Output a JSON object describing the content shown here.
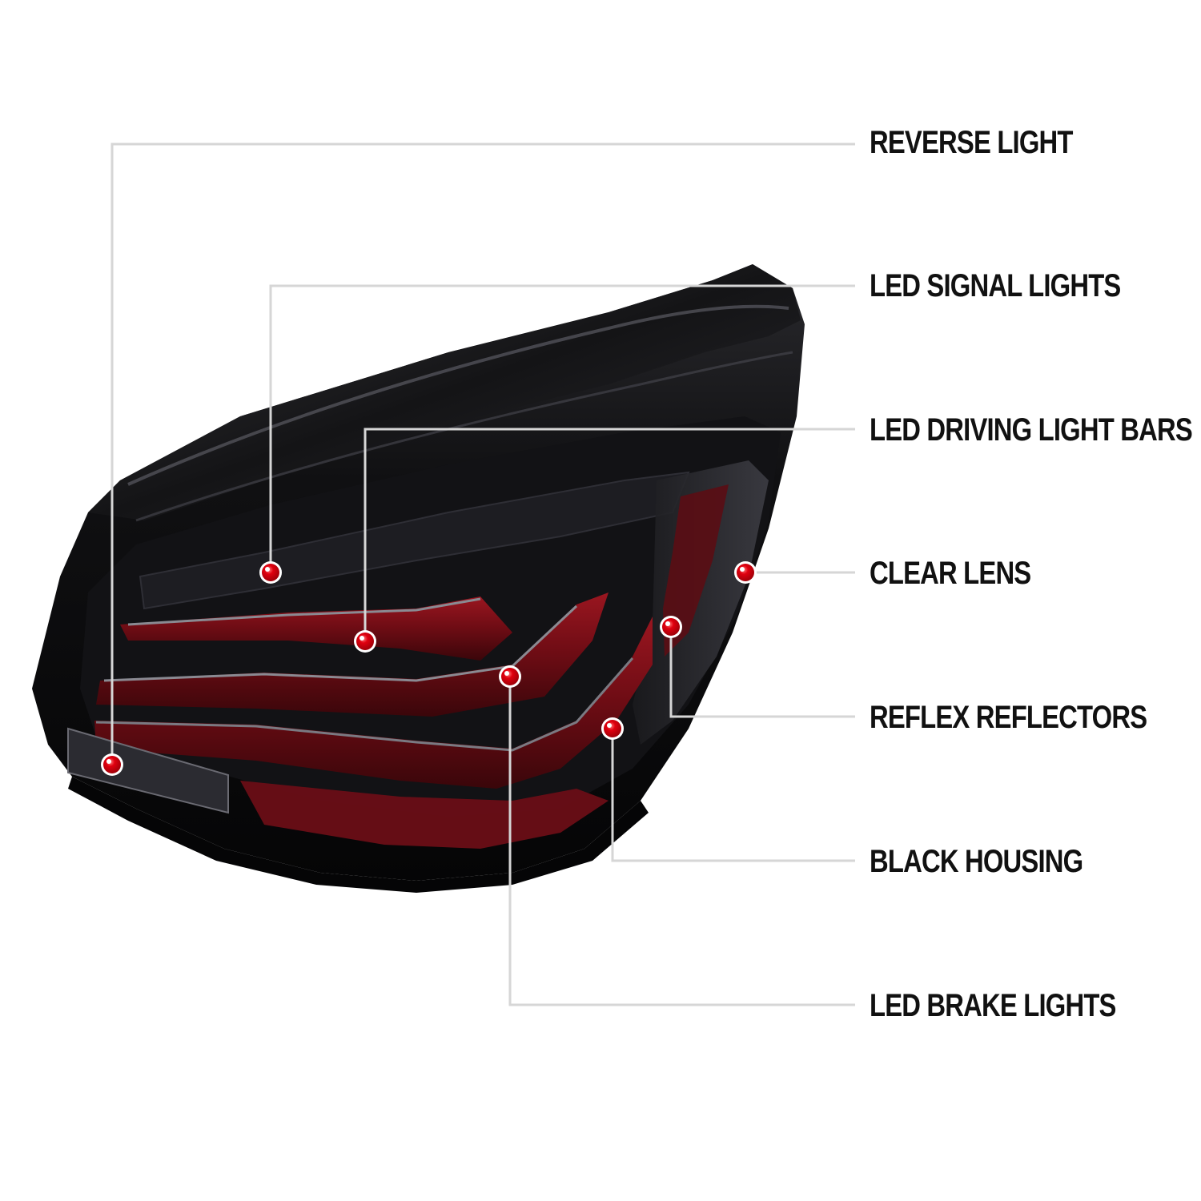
{
  "product": "tail-light",
  "colors": {
    "background": "#ffffff",
    "leader_line": "#d6d6d6",
    "marker": "#e0000f",
    "housing": "#0b0b0d",
    "red_lens": "#7a0f17",
    "smoke_lens": "#3a3a40"
  },
  "callouts": [
    {
      "id": "reverse-light",
      "label": "REVERSE LIGHT"
    },
    {
      "id": "led-signal-lights",
      "label": "LED SIGNAL LIGHTS"
    },
    {
      "id": "led-driving-light-bars",
      "label": "LED DRIVING LIGHT BARS"
    },
    {
      "id": "clear-lens",
      "label": "CLEAR LENS"
    },
    {
      "id": "reflex-reflectors",
      "label": "REFLEX REFLECTORS"
    },
    {
      "id": "black-housing",
      "label": "BLACK HOUSING"
    },
    {
      "id": "led-brake-lights",
      "label": "LED BRAKE LIGHTS"
    }
  ]
}
